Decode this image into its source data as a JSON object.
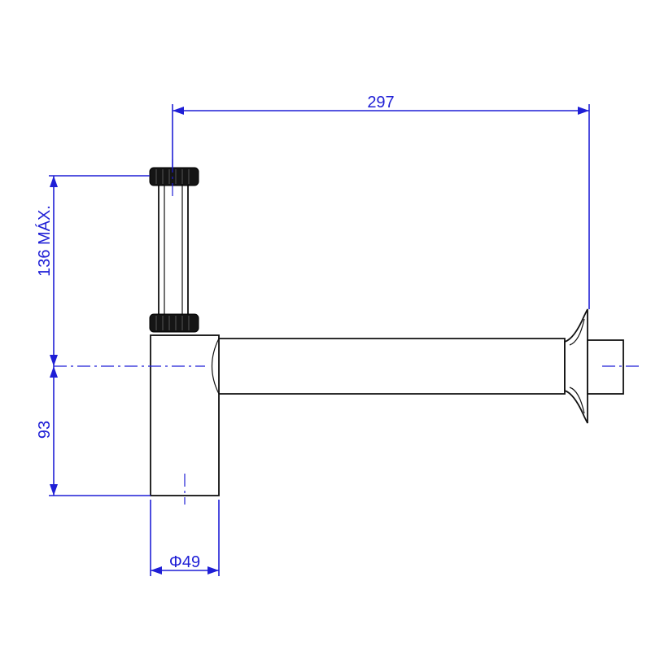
{
  "dimensions": {
    "width_label": "297",
    "height_upper_label": "136 MÁX.",
    "height_lower_label": "93",
    "diameter_label": "Φ49"
  },
  "colors": {
    "dimension": "#1f1fd6",
    "outline": "#111111"
  }
}
